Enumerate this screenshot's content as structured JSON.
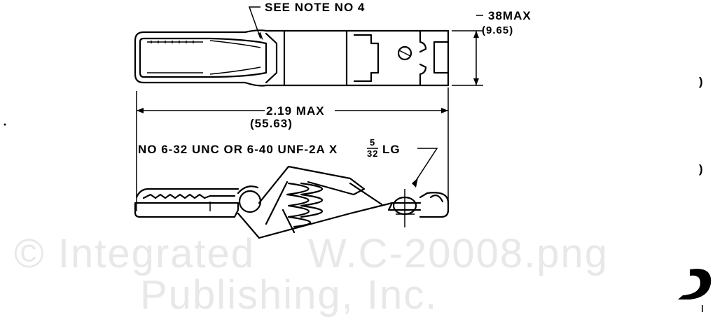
{
  "drawing": {
    "note_callout": "SEE NOTE NO 4",
    "height_dim": "38MAX",
    "height_dim_mm": "(9.65)",
    "length_dim": "2.19 MAX",
    "length_dim_mm": "(55.63)",
    "screw_spec": "NO 6-32 UNC OR 6-40 UNF-2A X",
    "screw_len_num": "5",
    "screw_len_den": "32",
    "screw_len_unit": "LG",
    "margin_mark_1": ")",
    "margin_mark_2": ")"
  },
  "watermark": {
    "line1": "© Integrated",
    "line2": "Publishing, Inc.",
    "line3": "W.C-20008.png"
  }
}
